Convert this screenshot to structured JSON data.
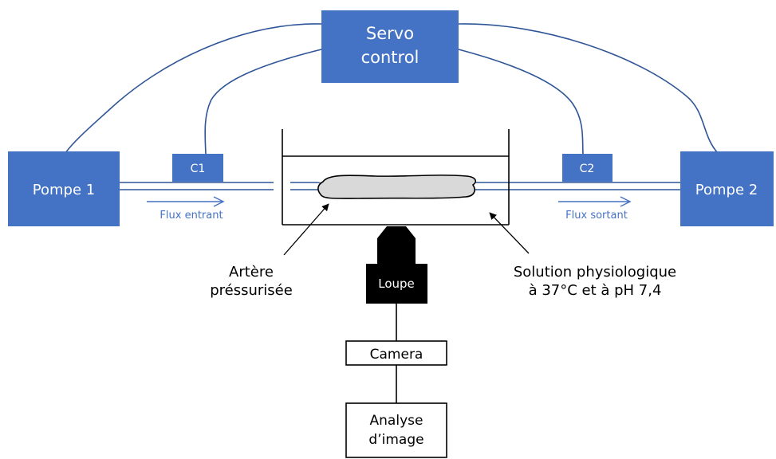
{
  "servo": {
    "line1": "Servo",
    "line2": "control"
  },
  "pump_left": {
    "label": "Pompe 1"
  },
  "pump_right": {
    "label": "Pompe 2"
  },
  "sensor_left": {
    "label": "C1"
  },
  "sensor_right": {
    "label": "C2"
  },
  "flow_in": {
    "label": "Flux entrant"
  },
  "flow_out": {
    "label": "Flux sortant"
  },
  "artery": {
    "line1": "Artère",
    "line2": "préssurisée"
  },
  "solution": {
    "line1": "Solution physiologique",
    "line2": "à 37°C et à pH 7,4"
  },
  "loupe": {
    "label": "Loupe"
  },
  "camera": {
    "label": "Camera"
  },
  "analysis": {
    "line1": "Analyse",
    "line2": "d’image"
  },
  "colors": {
    "accent": "#4472C4",
    "line": "#2F5597",
    "vessel_fill": "#D9D9D9",
    "black": "#000000"
  }
}
